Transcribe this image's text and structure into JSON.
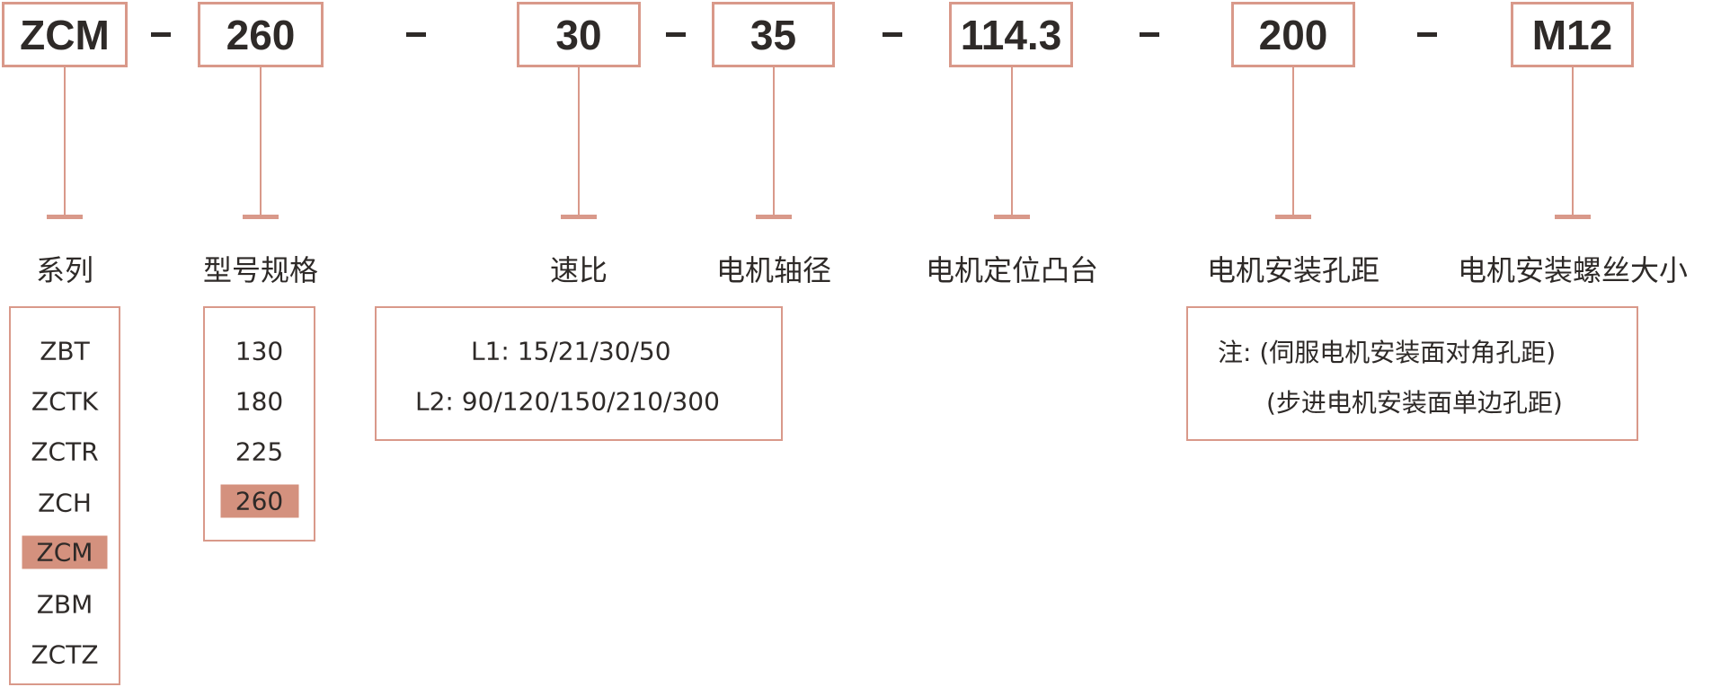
{
  "codes": [
    "ZCM",
    "260",
    "30",
    "35",
    "114.3",
    "200",
    "M12"
  ],
  "separator": "-",
  "labels": [
    "系列",
    "型号规格",
    "速比",
    "电机轴径",
    "电机定位凸台",
    "电机安装孔距",
    "电机安装螺丝大小"
  ],
  "series_options": [
    "ZBT",
    "ZCTK",
    "ZCTR",
    "ZCH",
    "ZCM",
    "ZBM",
    "ZCTZ"
  ],
  "series_selected": "ZCM",
  "model_options": [
    "130",
    "180",
    "225",
    "260"
  ],
  "model_selected": "260",
  "ratio_lines": [
    "L1: 15/21/30/50",
    "L2: 90/120/150/210/300"
  ],
  "note_lines": [
    "注: (伺服电机安装面对角孔距)",
    "(步进电机安装面单边孔距)"
  ],
  "colors": {
    "accent": "#d9998a",
    "highlight": "#d4917e",
    "text": "#2e2a28"
  }
}
